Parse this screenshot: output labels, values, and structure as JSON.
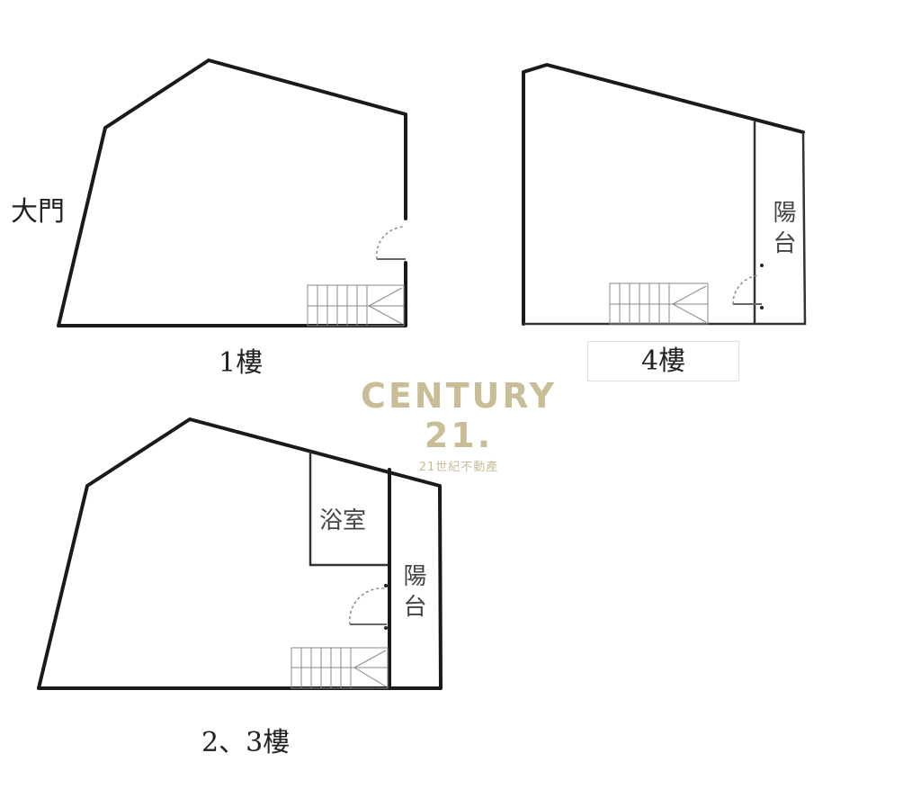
{
  "watermark": {
    "brand": "CENTURY 21.",
    "subtitle": "21世紀不動產",
    "color": "#c9bd97"
  },
  "plans": [
    {
      "floor_label": "1樓",
      "rooms": [],
      "annotations": [
        {
          "label": "大門",
          "side": "left-wall"
        }
      ],
      "features": [
        "staircase",
        "door-swing"
      ]
    },
    {
      "floor_label": "4樓",
      "rooms": [
        {
          "label": "陽台"
        }
      ],
      "features": [
        "staircase",
        "door-swing"
      ]
    },
    {
      "floor_label": "2、3樓",
      "rooms": [
        {
          "label": "浴室"
        },
        {
          "label": "陽台"
        }
      ],
      "features": [
        "staircase",
        "door-swing"
      ]
    }
  ]
}
